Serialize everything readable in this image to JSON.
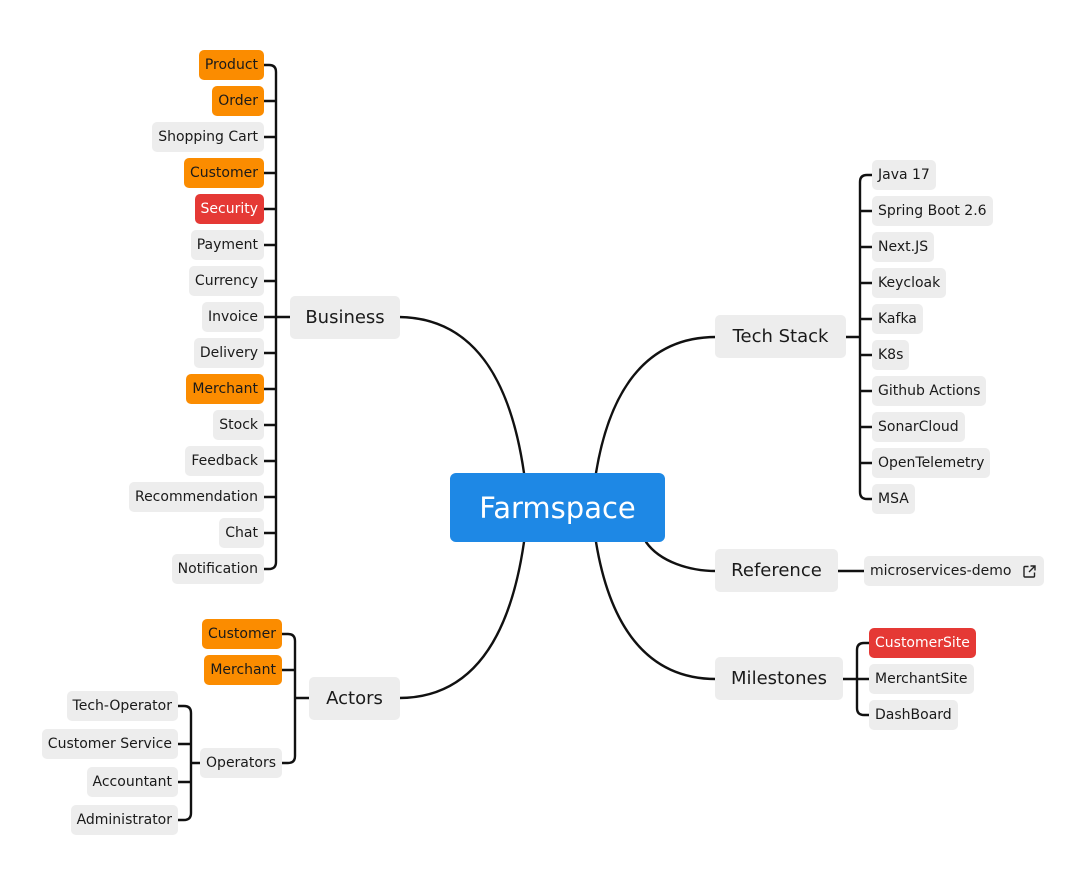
{
  "root": {
    "label": "Farmspace",
    "color": "#1e88e5"
  },
  "colors": {
    "orange": "#fb8c00",
    "red": "#e53935",
    "neutral": "#ededed",
    "line": "#111111"
  },
  "business": {
    "label": "Business",
    "items": [
      {
        "label": "Product",
        "tone": "orange"
      },
      {
        "label": "Order",
        "tone": "orange"
      },
      {
        "label": "Shopping Cart",
        "tone": "neutral"
      },
      {
        "label": "Customer",
        "tone": "orange"
      },
      {
        "label": "Security",
        "tone": "red"
      },
      {
        "label": "Payment",
        "tone": "neutral"
      },
      {
        "label": "Currency",
        "tone": "neutral"
      },
      {
        "label": "Invoice",
        "tone": "neutral"
      },
      {
        "label": "Delivery",
        "tone": "neutral"
      },
      {
        "label": "Merchant",
        "tone": "orange"
      },
      {
        "label": "Stock",
        "tone": "neutral"
      },
      {
        "label": "Feedback",
        "tone": "neutral"
      },
      {
        "label": "Recommendation",
        "tone": "neutral"
      },
      {
        "label": "Chat",
        "tone": "neutral"
      },
      {
        "label": "Notification",
        "tone": "neutral"
      }
    ]
  },
  "actors": {
    "label": "Actors",
    "items": [
      {
        "label": "Customer",
        "tone": "orange"
      },
      {
        "label": "Merchant",
        "tone": "orange"
      },
      {
        "label": "Operators",
        "tone": "neutral"
      }
    ],
    "operators": {
      "items": [
        {
          "label": "Tech-Operator",
          "tone": "neutral"
        },
        {
          "label": "Customer Service",
          "tone": "neutral"
        },
        {
          "label": "Accountant",
          "tone": "neutral"
        },
        {
          "label": "Administrator",
          "tone": "neutral"
        }
      ]
    }
  },
  "tech_stack": {
    "label": "Tech Stack",
    "items": [
      {
        "label": "Java 17",
        "tone": "neutral"
      },
      {
        "label": "Spring Boot 2.6",
        "tone": "neutral"
      },
      {
        "label": "Next.JS",
        "tone": "neutral"
      },
      {
        "label": "Keycloak",
        "tone": "neutral"
      },
      {
        "label": "Kafka",
        "tone": "neutral"
      },
      {
        "label": "K8s",
        "tone": "neutral"
      },
      {
        "label": "Github Actions",
        "tone": "neutral"
      },
      {
        "label": "SonarCloud",
        "tone": "neutral"
      },
      {
        "label": "OpenTelemetry",
        "tone": "neutral"
      },
      {
        "label": "MSA",
        "tone": "neutral"
      }
    ]
  },
  "reference": {
    "label": "Reference",
    "items": [
      {
        "label": "microservices-demo",
        "tone": "neutral",
        "icon": "external-link-icon"
      }
    ]
  },
  "milestones": {
    "label": "Milestones",
    "items": [
      {
        "label": "CustomerSite",
        "tone": "red"
      },
      {
        "label": "MerchantSite",
        "tone": "neutral"
      },
      {
        "label": "DashBoard",
        "tone": "neutral"
      }
    ]
  }
}
